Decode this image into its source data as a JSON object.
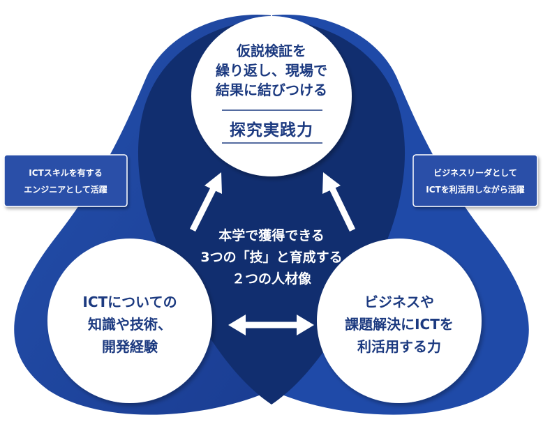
{
  "top_circle": {
    "lines": [
      "仮説検証を",
      "繰り返し、現場で",
      "結果に結びつける"
    ],
    "title": "探究実践力"
  },
  "left_circle": {
    "lines": [
      "ICTについての",
      "知識や技術、",
      "開発経験"
    ]
  },
  "right_circle": {
    "lines": [
      "ビジネスや",
      "課題解決にICTを",
      "利活用する力"
    ]
  },
  "center": {
    "lines": [
      "本学で獲得できる",
      "3つの「技」と育成する",
      "２つの人材像"
    ]
  },
  "left_box": {
    "lines": [
      "ICTスキルを有する",
      "エンジニアとして活躍"
    ]
  },
  "right_box": {
    "lines": [
      "ビジネスリーダとして",
      "ICTを利活用しながら活躍"
    ]
  },
  "colors": {
    "outer_blue": "#1f46a0",
    "inner_navy": "#112e6f",
    "box_blue": "#2a4fa8",
    "text_navy": "#1c3a80",
    "white": "#ffffff"
  }
}
